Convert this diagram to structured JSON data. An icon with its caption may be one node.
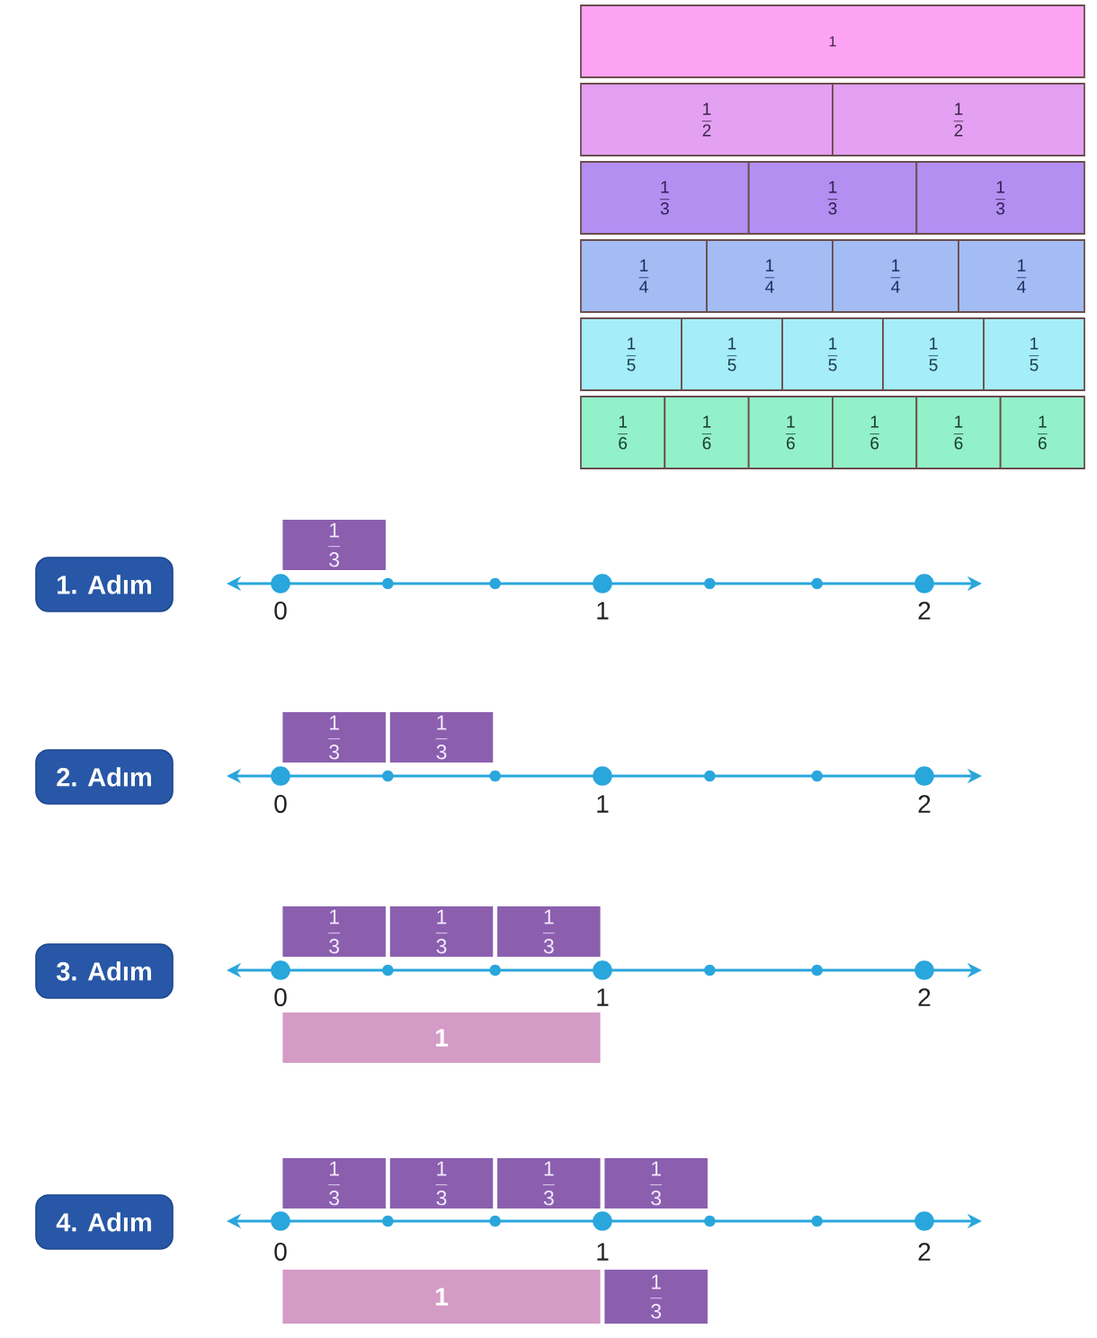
{
  "diagram": {
    "nodes": [
      {
        "text": [
          "1"
        ]
      },
      {
        "text": [
          "\\frac{1}{2}"
        ]
      },
      {
        "text": [
          "\\frac{1}{2}"
        ]
      },
      {
        "text": [
          "\\frac{1}{3}"
        ]
      },
      {
        "text": [
          "\\frac{1}{3}"
        ]
      },
      {
        "text": [
          "\\frac{1}{3}"
        ]
      },
      {
        "text": [
          "\\frac{1}{4}"
        ]
      },
      {
        "text": [
          "\\frac{1}{4}"
        ]
      },
      {
        "text": [
          "\\frac{1}{4}"
        ]
      },
      {
        "text": [
          "\\frac{1}{4}"
        ]
      },
      {
        "text": [
          "\\frac{1}{5}"
        ]
      },
      {
        "text": [
          "\\frac{1}{5}"
        ]
      },
      {
        "text": [
          "\\frac{1}{5}"
        ]
      },
      {
        "text": [
          "\\frac{1}{5}"
        ]
      },
      {
        "text": [
          "\\frac{1}{5}"
        ]
      },
      {
        "text": [
          "\\frac{1}{6}"
        ]
      },
      {
        "text": [
          "\\frac{1}{6}"
        ]
      },
      {
        "text": [
          "\\frac{1}{6}"
        ]
      },
      {
        "text": [
          "\\frac{1}{6}"
        ]
      },
      {
        "text": [
          "\\frac{1}{6}"
        ]
      },
      {
        "text": [
          "\\frac{1}{6}"
        ]
      },
      {
        "text": [
          "1. Adım"
        ]
      },
      {
        "text": [
          "\\frac{1}{3}"
        ]
      },
      {
        "text": [
          "2. Adım"
        ]
      },
      {
        "text": [
          "\\frac{1}{3}"
        ]
      },
      {
        "text": [
          "\\frac{1}{3}"
        ]
      },
      {
        "text": [
          "3. Adım"
        ]
      },
      {
        "text": [
          "\\frac{1}{3}"
        ]
      },
      {
        "text": [
          "\\frac{1}{3}"
        ]
      },
      {
        "text": [
          "\\frac{1}{3}"
        ]
      },
      {
        "text": [
          "1"
        ]
      },
      {
        "text": [
          "4. Adım"
        ]
      },
      {
        "text": [
          "\\frac{1}{3}"
        ]
      },
      {
        "text": [
          "\\frac{1}{3}"
        ]
      },
      {
        "text": [
          "\\frac{1}{3}"
        ]
      },
      {
        "text": [
          "\\frac{1}{3}"
        ]
      },
      {
        "text": [
          "1"
        ]
      },
      {
        "text": [
          "\\frac{1}{3}"
        ]
      }
    ],
    "labels": [
      "0",
      "1",
      "2",
      "0",
      "1",
      "2",
      "0",
      "1",
      "2",
      "0",
      "1",
      "2"
    ]
  }
}
